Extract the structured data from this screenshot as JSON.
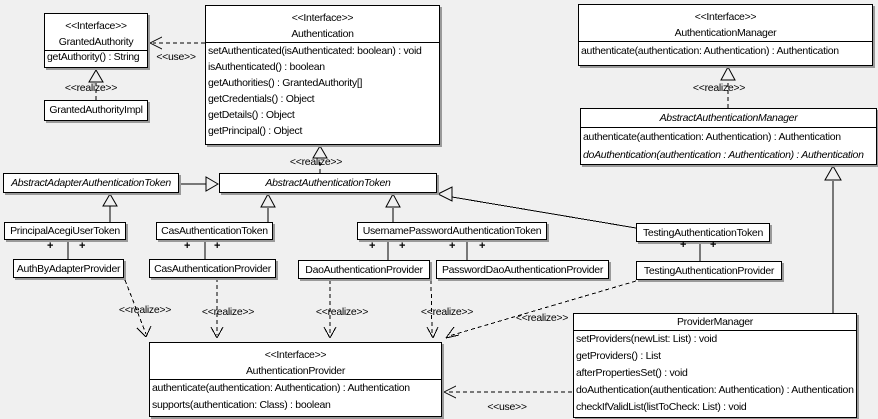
{
  "labels": {
    "use": "<<use>>",
    "realize": "<<realize>>",
    "plus": "+"
  },
  "classes": {
    "granted_authority": {
      "stereotype": "<<Interface>>",
      "name": "GrantedAuthority",
      "methods": [
        "getAuthority() : String"
      ]
    },
    "granted_authority_impl": {
      "name": "GrantedAuthorityImpl"
    },
    "authentication": {
      "stereotype": "<<Interface>>",
      "name": "Authentication",
      "methods": [
        "setAuthenticated(isAuthenticated: boolean) : void",
        "isAuthenticated() : boolean",
        "getAuthorities() : GrantedAuthority[]",
        "getCredentials() : Object",
        "getDetails() : Object",
        "getPrincipal() : Object"
      ]
    },
    "authentication_manager": {
      "stereotype": "<<Interface>>",
      "name": "AuthenticationManager",
      "methods": [
        "authenticate(authentication: Authentication) : Authentication"
      ]
    },
    "abstract_authentication_manager": {
      "name": "AbstractAuthenticationManager",
      "abstract": true,
      "methods": [
        "authenticate(authentication: Authentication) : Authentication",
        "doAuthentication(authentication : Authentication) : Authentication"
      ]
    },
    "abstract_adapter_authentication_token": {
      "name": "AbstractAdapterAuthenticationToken",
      "abstract": true
    },
    "abstract_authentication_token": {
      "name": "AbstractAuthenticationToken",
      "abstract": true
    },
    "principal_acegi_user_token": {
      "name": "PrincipalAcegiUserToken"
    },
    "cas_authentication_token": {
      "name": "CasAuthenticationToken"
    },
    "username_password_authentication_token": {
      "name": "UsernamePasswordAuthenticationToken"
    },
    "testing_authentication_token": {
      "name": "TestingAuthenticationToken"
    },
    "auth_by_adapter_provider": {
      "name": "AuthByAdapterProvider"
    },
    "cas_authentication_provider": {
      "name": "CasAuthenticationProvider"
    },
    "dao_authentication_provider": {
      "name": "DaoAuthenticationProvider"
    },
    "password_dao_authentication_provider": {
      "name": "PasswordDaoAuthenticationProvider"
    },
    "testing_authentication_provider": {
      "name": "TestingAuthenticationProvider"
    },
    "authentication_provider": {
      "stereotype": "<<Interface>>",
      "name": "AuthenticationProvider",
      "methods": [
        "authenticate(authentication: Authentication) : Authentication",
        "supports(authentication: Class) : boolean"
      ]
    },
    "provider_manager": {
      "name": "ProviderManager",
      "methods": [
        "setProviders(newList: List) : void",
        "getProviders() : List",
        "afterPropertiesSet() : void",
        "doAuthentication(authentication: Authentication) : Authentication",
        "checkIfValidList(listToCheck: List) : void"
      ]
    }
  },
  "edges": [
    {
      "from": "Authentication",
      "to": "GrantedAuthority",
      "type": "use"
    },
    {
      "from": "GrantedAuthorityImpl",
      "to": "GrantedAuthority",
      "type": "realize"
    },
    {
      "from": "AbstractAuthenticationToken",
      "to": "Authentication",
      "type": "realize"
    },
    {
      "from": "AbstractAuthenticationManager",
      "to": "AuthenticationManager",
      "type": "realize"
    },
    {
      "from": "AbstractAdapterAuthenticationToken",
      "to": "AbstractAuthenticationToken",
      "type": "generalization"
    },
    {
      "from": "PrincipalAcegiUserToken",
      "to": "AbstractAdapterAuthenticationToken",
      "type": "generalization"
    },
    {
      "from": "CasAuthenticationToken",
      "to": "AbstractAuthenticationToken",
      "type": "generalization"
    },
    {
      "from": "UsernamePasswordAuthenticationToken",
      "to": "AbstractAuthenticationToken",
      "type": "generalization"
    },
    {
      "from": "TestingAuthenticationToken",
      "to": "AbstractAuthenticationToken",
      "type": "generalization"
    },
    {
      "from": "ProviderManager",
      "to": "AbstractAuthenticationManager",
      "type": "generalization"
    },
    {
      "from": "PrincipalAcegiUserToken",
      "to": "AuthByAdapterProvider",
      "type": "association"
    },
    {
      "from": "CasAuthenticationToken",
      "to": "CasAuthenticationProvider",
      "type": "association"
    },
    {
      "from": "UsernamePasswordAuthenticationToken",
      "to": "DaoAuthenticationProvider",
      "type": "association"
    },
    {
      "from": "UsernamePasswordAuthenticationToken",
      "to": "PasswordDaoAuthenticationProvider",
      "type": "association"
    },
    {
      "from": "TestingAuthenticationToken",
      "to": "TestingAuthenticationProvider",
      "type": "association"
    },
    {
      "from": "AuthByAdapterProvider",
      "to": "AuthenticationProvider",
      "type": "realize"
    },
    {
      "from": "CasAuthenticationProvider",
      "to": "AuthenticationProvider",
      "type": "realize"
    },
    {
      "from": "DaoAuthenticationProvider",
      "to": "AuthenticationProvider",
      "type": "realize"
    },
    {
      "from": "PasswordDaoAuthenticationProvider",
      "to": "AuthenticationProvider",
      "type": "realize"
    },
    {
      "from": "TestingAuthenticationProvider",
      "to": "AuthenticationProvider",
      "type": "realize"
    },
    {
      "from": "ProviderManager",
      "to": "AuthenticationProvider",
      "type": "use"
    }
  ]
}
